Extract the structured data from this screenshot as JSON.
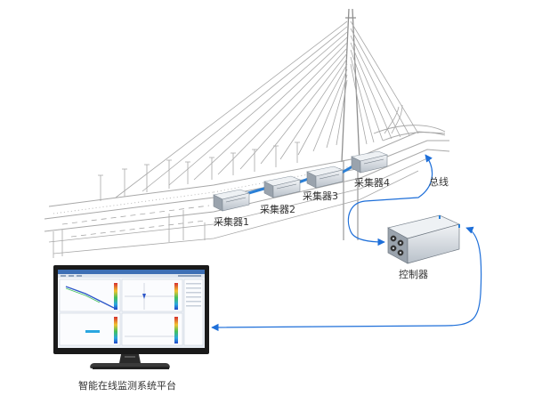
{
  "labels": {
    "collector_1": "采集器1",
    "collector_2": "采集器2",
    "collector_3": "采集器3",
    "collector_4": "采集器4",
    "bus": "总线",
    "controller": "控制器",
    "platform": "智能在线监测系统平台"
  },
  "colors": {
    "link": "#1e6fd9",
    "bus_segment": "#2a7fd6",
    "bridge_line": "#a8a8a8",
    "device_body": "#d8dde3",
    "device_top": "#eef1f4",
    "device_side": "#9aa3ad",
    "monitor_frame": "#1a1a1a"
  },
  "icons": [
    "bridge-illustration",
    "collector-device-icon",
    "controller-device-icon",
    "monitor-icon",
    "arrow-icon"
  ]
}
